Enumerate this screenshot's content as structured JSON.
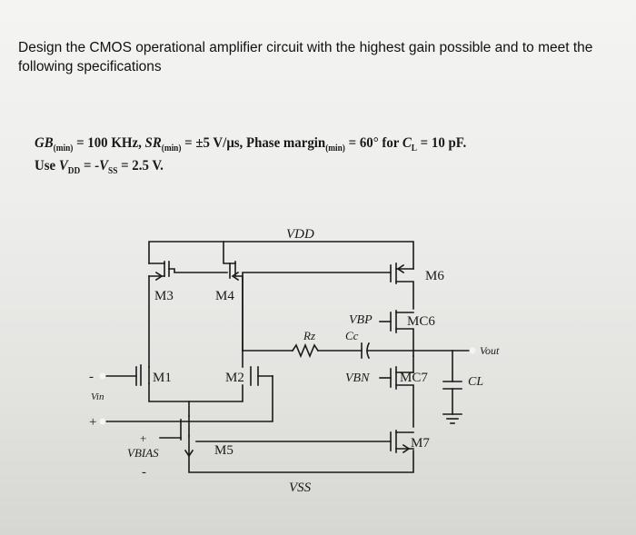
{
  "problem": {
    "heading": "Design the CMOS operational amplifier circuit with the highest gain possible and to meet the following specifications",
    "spec_line_1": {
      "gb_symbol": "GB",
      "gb_sub": "(min)",
      "gb_value": " = 100 KHz, ",
      "sr_symbol": "SR",
      "sr_sub": "(min)",
      "sr_value": " = ±5 V/μs, Phase margin",
      "pm_sub": "(min)",
      "pm_value": " = 60° for ",
      "cl_symbol": "C",
      "cl_sub": "L",
      "cl_value": " = 10 pF."
    },
    "spec_line_2": {
      "prefix": "Use ",
      "vdd_symbol": "V",
      "vdd_sub": "DD",
      "middle": " = -",
      "vss_symbol": "V",
      "vss_sub": "SS",
      "suffix": " = 2.5 V."
    }
  },
  "schematic": {
    "vdd_label": "VDD",
    "vss_label": "VSS",
    "m1": "M1",
    "m2": "M2",
    "m3": "M3",
    "m4": "M4",
    "m5": "M5",
    "m6": "M6",
    "m7": "M7",
    "mc6": "MC6",
    "mc7": "MC7",
    "vbp": "VBP",
    "vbn": "VBN",
    "rz": "Rz",
    "cc": "Cc",
    "cl": "CL",
    "vout": "Vout",
    "vin": "Vin",
    "vbias": "VBIAS",
    "minus_sign": "-",
    "plus_sign": "+",
    "bias_plus": "+",
    "bias_minus": "-"
  }
}
